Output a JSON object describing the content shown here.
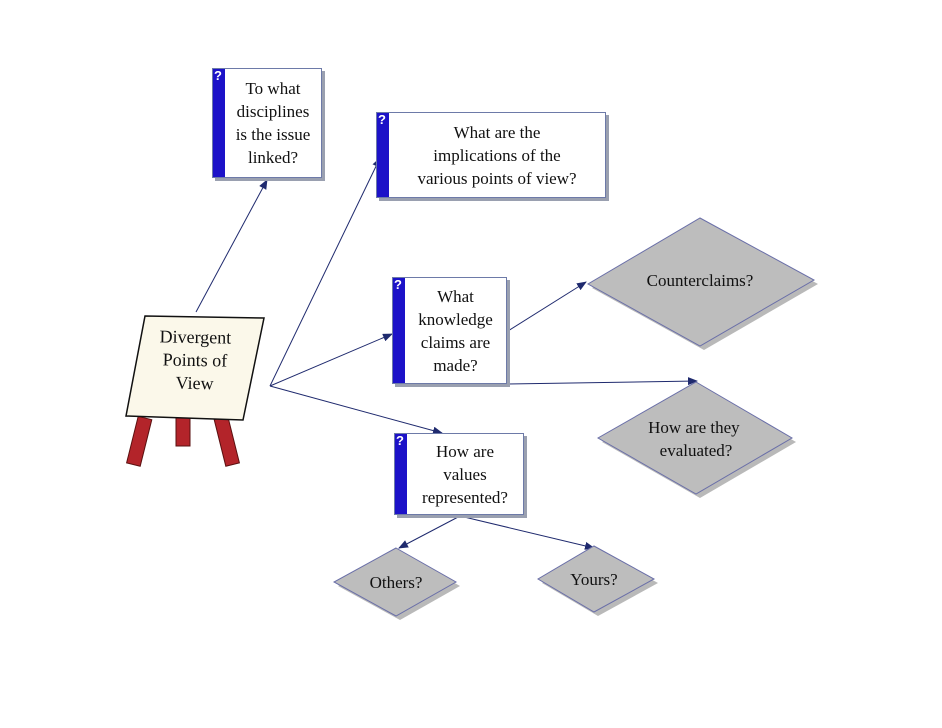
{
  "colors": {
    "box_bar": "#1c12c8",
    "box_border": "#6d7aa8",
    "diamond_fill": "#bdbdbd",
    "diamond_border": "#6a6fa8",
    "arrow": "#1f2a6e",
    "easel_board": "#fbf8ea",
    "easel_legs": "#b3242a"
  },
  "central": {
    "label": "Divergent\nPoints of\nView",
    "icon": "easel-icon"
  },
  "question_boxes": [
    {
      "id": "disciplines",
      "icon_label": "?",
      "text": "To what\ndisciplines\nis the issue\nlinked?"
    },
    {
      "id": "implications",
      "icon_label": "?",
      "text": "What are the\nimplications of the\nvarious points of view?"
    },
    {
      "id": "knowledge-claims",
      "icon_label": "?",
      "text": "What\nknowledge\nclaims are\nmade?"
    },
    {
      "id": "values",
      "icon_label": "?",
      "text": "How are\nvalues\nrepresented?"
    }
  ],
  "diamonds": [
    {
      "id": "counterclaims",
      "text": "Counterclaims?"
    },
    {
      "id": "evaluated",
      "text": "How are they\nevaluated?"
    },
    {
      "id": "others",
      "text": "Others?"
    },
    {
      "id": "yours",
      "text": "Yours?"
    }
  ]
}
